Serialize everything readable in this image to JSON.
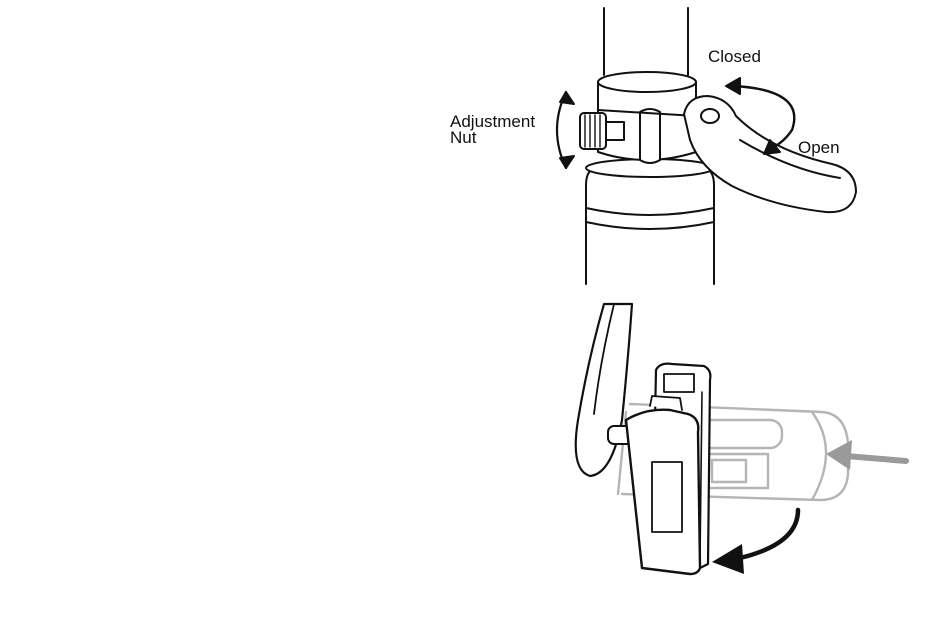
{
  "diagram": {
    "top": {
      "label_closed": "Closed",
      "label_open": "Open",
      "label_adjustment_line1": "Adjustment",
      "label_adjustment_line2": "Nut"
    },
    "colors": {
      "line": "#111111",
      "ghost": "#b5b5b5",
      "arrow_gray": "#9a9a9a",
      "background": "#ffffff"
    }
  }
}
